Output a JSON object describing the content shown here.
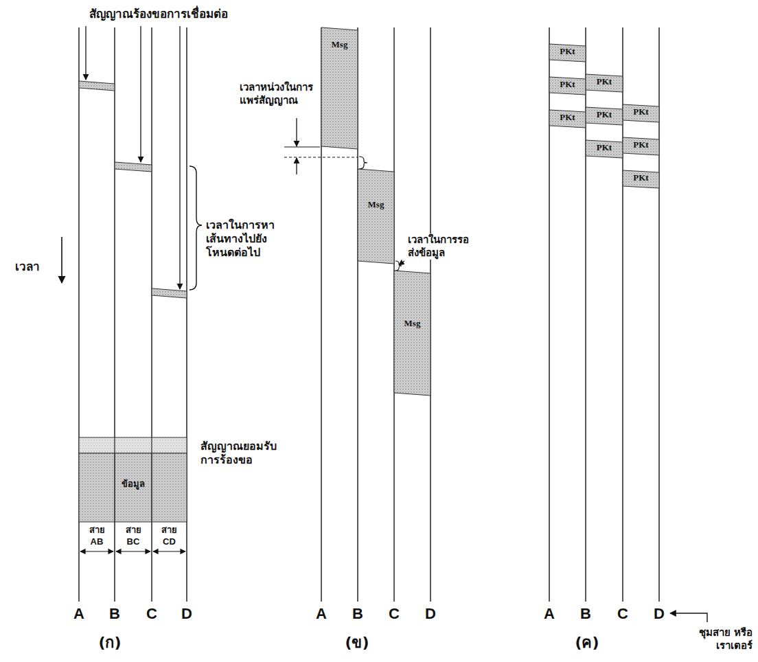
{
  "diagram": {
    "nodes": [
      {
        "text": [
          "ข้อมูล"
        ]
      },
      {
        "text": [
          "Msg"
        ]
      },
      {
        "text": [
          "Msg"
        ]
      },
      {
        "text": [
          "Msg"
        ]
      },
      {
        "text": [
          "PKt"
        ]
      },
      {
        "text": [
          "PKt"
        ]
      },
      {
        "text": [
          "PKt"
        ]
      },
      {
        "text": [
          "PKt"
        ]
      },
      {
        "text": [
          "PKt"
        ]
      },
      {
        "text": [
          "PKt"
        ]
      },
      {
        "text": [
          "PKt"
        ]
      },
      {
        "text": [
          "PKt"
        ]
      },
      {
        "text": [
          "PKt"
        ]
      }
    ],
    "labels": [
      "สัญญาณร้องขอการเชื่อมต่อ",
      "เวลาในการหา เส้นทางไปยัง โหนดต่อไป",
      "เวลา",
      "สัญญาณยอมรับ การร้องขอ",
      "สาย",
      "AB",
      "สาย",
      "BC",
      "สาย",
      "CD",
      "A",
      "B",
      "C",
      "D",
      "(ก)",
      "เวลาหน่วงในการ แพร่สัญญาณ",
      "เวลาในการรอ ส่งข้อมูล",
      "A",
      "B",
      "C",
      "D",
      "(ข)",
      "A",
      "B",
      "C",
      "D",
      "(ค)",
      "ชุมสาย หรือเราเตอร์"
    ]
  }
}
